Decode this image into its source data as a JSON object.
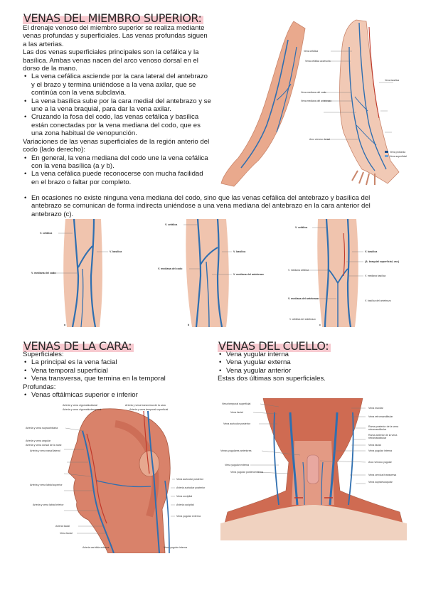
{
  "sections": {
    "upper_limb": {
      "title": "VENAS DEL MIEMBRO SUPERIOR:",
      "intro": "El drenaje venoso del miembro superior se realiza mediante venas profundas y superficiales. Las venas profundas siguen a las arterias.",
      "p2": "Las dos venas superficiales principales son la cefálica y la basílica. Ambas venas nacen del arco venoso dorsal en el dorso de la mano.",
      "bullets": [
        "La vena cefálica asciende por la cara lateral del antebrazo y el brazo y termina uniéndose a la vena axilar, que se continúa con la vena subclavia.",
        "La vena basílica sube por la cara medial del antebrazo y se une a la vena braquial, para dar la vena axilar.",
        "Cruzando la fosa del codo, las venas cefálica y basílica están conectadas por la vena mediana del codo, que es una zona habitual de venopunción."
      ],
      "p3": "Variaciones de las venas superficiales de la región anterio del codo (lado derecho):",
      "bullets2": [
        "En general, la vena mediana del codo une la vena cefálica con la vena basílica (a y b).",
        "La vena cefálica puede reconocerse con mucha facilidad en el brazo o faltar por completo.",
        "En ocasiones no existe ninguna vena mediana del codo, sino que las venas cefálica del antebrazo y basílica del antebrazo se comunican de forma indirecta uniéndose a una vena mediana del antebrazo en la cara anterior del antebrazo (c)."
      ],
      "arm_labels": [
        "Vena cefálica",
        "Vena basílica",
        "Vena mediana del codo",
        "Vena cefálica accesoria",
        "Vena mediana del antebrazo",
        "Arco venoso dorsal"
      ],
      "legend": [
        "Vena profunda",
        "Vena superficial"
      ],
      "elbow": {
        "a": {
          "letter": "a",
          "labels": [
            "V. cefálica",
            "V. basílica",
            "V. mediana del codo"
          ]
        },
        "b": {
          "letter": "b",
          "labels": [
            "V. cefálica",
            "V. basílica",
            "V. mediana del codo",
            "V. mediana del antebrazo"
          ]
        },
        "c": {
          "letter": "c",
          "labels": [
            "V. cefálica",
            "V. basílica",
            "(A. braquial superficial, var.)",
            "V. mediana cefálica",
            "V. mediana basílica",
            "V. mediana del antebrazo",
            "V. basílica del antebrazo",
            "V. cefálica del antebrazo"
          ]
        }
      }
    },
    "face": {
      "title": "VENAS DE LA CARA:",
      "sub1": "Superficiales:",
      "bullets": [
        "La principal es la vena facial",
        "Vena temporal superficial",
        "Vena transversa, que termina en la temporal"
      ],
      "sub2": "Profundas:",
      "bullets2": [
        "Venas oftálmicas superior e inferior"
      ],
      "fig_labels_left": [
        "Arteria y vena supraorbitaria",
        "Arteria y vena angular",
        "Arteria y vena dorsal de la nariz",
        "Arteria y vena nasal lateral",
        "Arteria y vena labial superior",
        "Arteria y vena labial inferior",
        "Arteria facial",
        "Vena facial"
      ],
      "fig_labels_top": [
        "Arteria y vena cigomaticofacial",
        "Arteria y vena cigomaticotemporal",
        "Arteria y vena transversa de la cara",
        "Arteria y vena temporal superficial"
      ],
      "fig_labels_right": [
        "Vena auricular posterior",
        "Arteria auricular posterior",
        "Vena occipital",
        "Arteria occipital",
        "Vena yugular externa"
      ],
      "fig_labels_bottom": [
        "Arteria carótida externa",
        "Vena yugular interna"
      ]
    },
    "neck": {
      "title": "VENAS DEL CUELLO:",
      "bullets": [
        "Vena yugular interna",
        "Vena yugular externa",
        "Vena yugular anterior"
      ],
      "note": "Estas dos últimas son superficiales.",
      "fig_labels_left": [
        "Vena temporal superficial",
        "Vena facial",
        "Vena auricular posterior",
        "Venas yugulares anteriores",
        "Vena yugular externa",
        "Vena yugular posteroexterna"
      ],
      "fig_labels_right": [
        "Vena maxilar",
        "Vena retromandibular",
        "Rama posterior de la vena retromandibular",
        "Rama anterior de la vena retromandibular",
        "Vena facial",
        "Vena yugular interna",
        "Arco venoso yugular",
        "Vena cervical transversa",
        "Vena supraescapular"
      ]
    }
  },
  "colors": {
    "title_highlight": "#f7c9cf",
    "vein": "#2f6fb0",
    "artery": "#c0392b",
    "skin": "#e9a98d",
    "muscle": "#c8614a"
  }
}
